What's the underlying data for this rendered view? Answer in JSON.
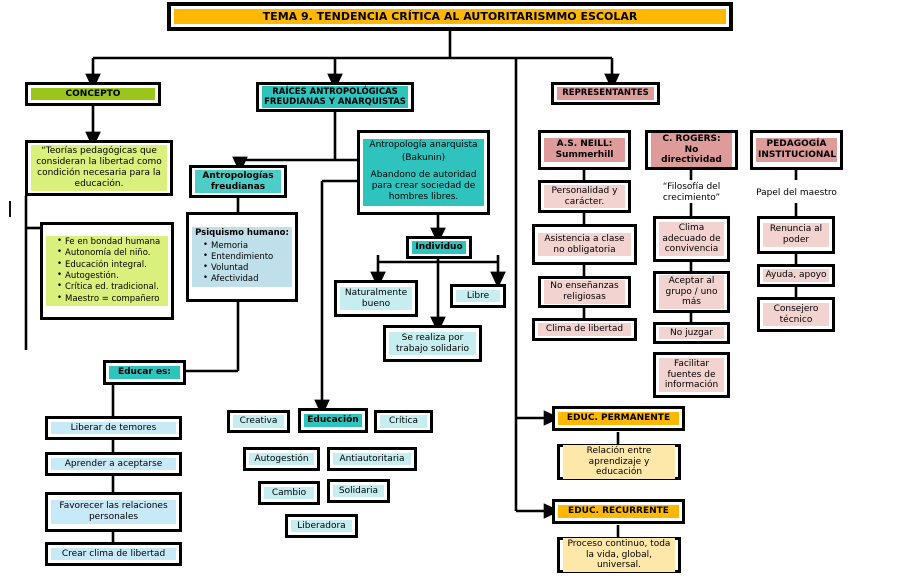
{
  "map": {
    "title": "TEMA 9. TENDENCIA CRÍTICA AL AUTORITARISMMO ESCOLAR",
    "colors": {
      "title_fill": "#ffb700",
      "concepto_fill": "#9ac61c",
      "concepto_body_fill": "#d9f07c",
      "raices_fill": "#2ec4bd",
      "anarquista_fill": "#2ec4bd",
      "freudianas_fill": "#4ecdc6",
      "psiquismo_fill": "#bfe0ea",
      "individuo_fill": "#2ec4bd",
      "cyan_light_fill": "#c6eef0",
      "educar_fill": "#2ec4bd",
      "educar_children_fill": "#c8e9f7",
      "educacion_fill": "#2ec4bd",
      "educacion_children_fill": "#c6eef0",
      "representantes_fill": "#dd9b99",
      "representante_head_fill": "#dd9b99",
      "representante_body_fill": "#f2d3d0",
      "educ_perm_fill": "#ffb700",
      "educ_perm_body_fill": "#fde7a9",
      "stroke": "#000000",
      "background": "#ffffff"
    }
  },
  "branches": {
    "concepto": {
      "header": "CONCEPTO",
      "definition": "“Teorías pedagógicas que consideran la libertad como condición necesaria para la educación.",
      "features": [
        "Fe en bondad  humana",
        "Autonomía  del niño.",
        "Educación  integral.",
        "Autogestión.",
        "Crítica  ed.  tradicional.",
        "Maestro = compañero"
      ]
    },
    "raices": {
      "header_line1": "RAÍCES ANTROPOLÓGICAS",
      "header_line2": "FREUDIANAS Y ANARQUISTAS",
      "freudianas": {
        "title_line1": "Antropologías",
        "title_line2": "freudianas",
        "psiquismo_header": "Psiquismo  humano:",
        "psiquismo_items": [
          "Memoria",
          "Entendimiento",
          "Voluntad",
          "Afectividad"
        ]
      },
      "anarquista": {
        "title_line1": "Antropología  anarquista",
        "title_line2": "(Bakunin)",
        "body": "Abandono de autoridad para crear sociedad de hombres libres.",
        "individuo": "Individuo",
        "individuo_children": [
          "Naturalmente bueno",
          "Libre",
          "Se realiza por trabajo solidario"
        ]
      }
    },
    "educar_es": {
      "header": "Educar es:",
      "items": [
        "Liberar  de temores",
        "Aprender  a aceptarse",
        "Favorecer las relaciones personales",
        "Crear clima  de libertad"
      ]
    },
    "educacion": {
      "header": "Educación",
      "attributes": [
        "Creativa",
        "Crítica",
        "Autogestión",
        "Antiautoritaria",
        "Cambio",
        "Solidaria",
        "Liberadora"
      ]
    },
    "representantes": {
      "header": "REPRESENTANTES",
      "columns": [
        {
          "head_line1": "A.S. NEILL:",
          "head_line2": "Summerhill",
          "items": [
            "Personalidad  y carácter.",
            "Asistencia  a clase no obligatoria",
            "No enseñanzas religiosas",
            "Clima  de libertad"
          ]
        },
        {
          "head_line1": "C. ROGERS:",
          "head_line2": "No directividad",
          "subtitle": "“Filosofía  del crecimiento”",
          "items": [
            "Clima adecuado de convivencia",
            "Aceptar al grupo / uno más",
            "No juzgar",
            "Facilitar fuentes de información"
          ]
        },
        {
          "head_line1": "PEDAGOGÍA",
          "head_line2": "INSTITUCIONAL",
          "subtitle": "Papel del maestro",
          "items": [
            "Renuncia  al poder",
            "Ayuda, apoyo",
            "Consejero técnico"
          ]
        }
      ]
    },
    "educ_permanente": {
      "header": "EDUC. PERMANENTE",
      "body": "Relación  entre aprendizaje y educación"
    },
    "educ_recurrente": {
      "header": "EDUC. RECURRENTE",
      "body": "Proceso continuo,  toda la vida, global, universal."
    }
  }
}
